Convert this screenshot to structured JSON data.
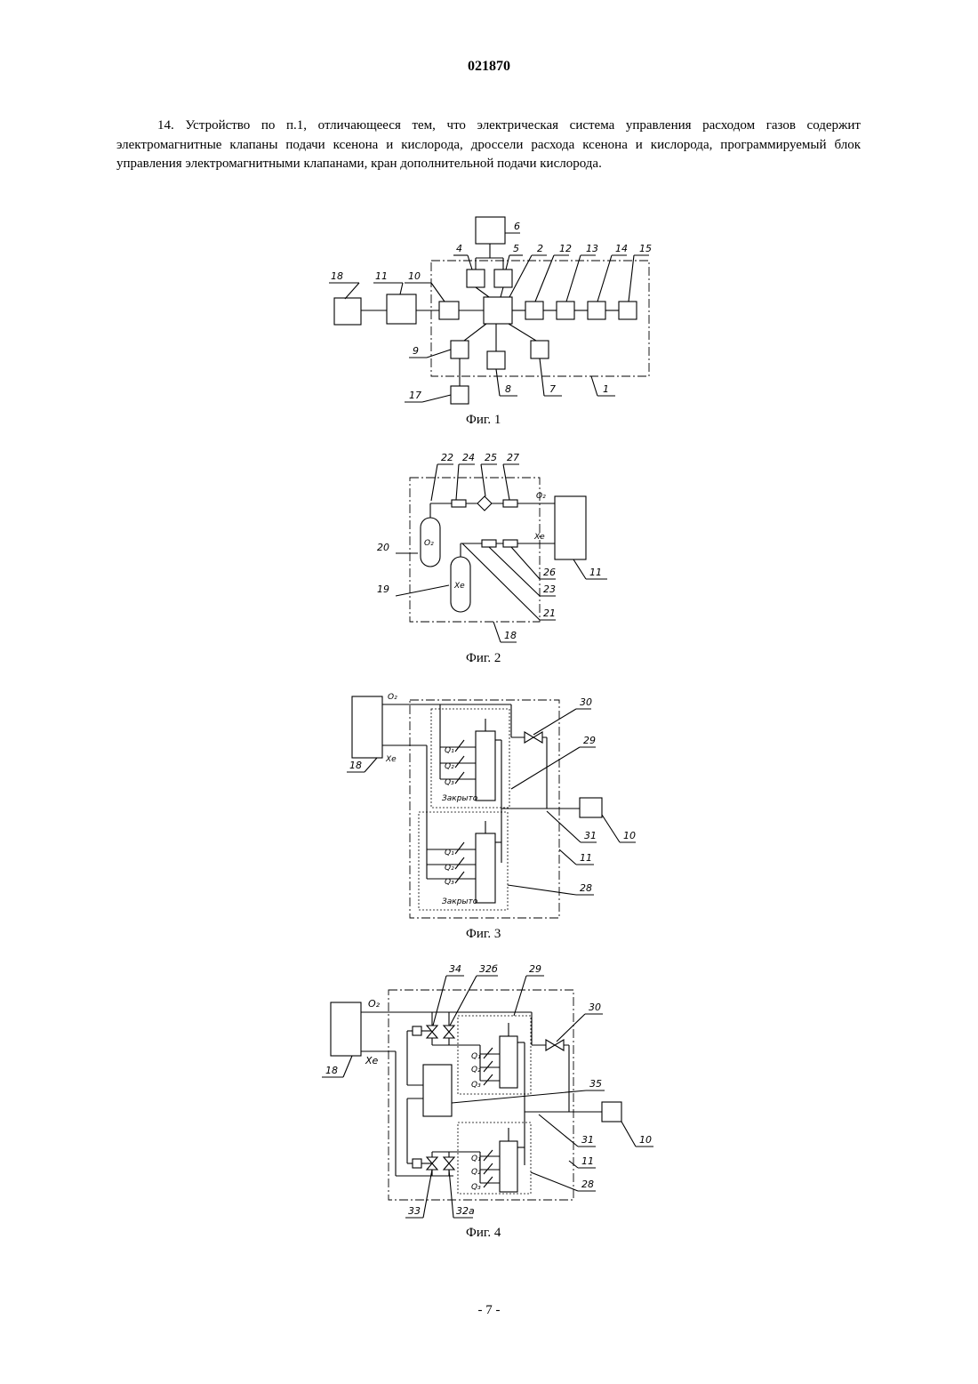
{
  "header": {
    "doc_number": "021870"
  },
  "claim_text": "14. Устройство по п.1, отличающееся тем, что электрическая система управления расходом газов содержит электромагнитные клапаны подачи ксенона и кислорода, дроссели расхода ксенона и кислорода, программируемый блок управления электромагнитными клапанами, кран дополнительной подачи кислорода.",
  "figures": {
    "fig1": {
      "caption": "Фиг. 1",
      "labels": [
        "18",
        "11",
        "10",
        "4",
        "6",
        "5",
        "2",
        "12",
        "13",
        "14",
        "15",
        "9",
        "8",
        "7",
        "17",
        "1"
      ]
    },
    "fig2": {
      "caption": "Фиг. 2",
      "labels": [
        "22",
        "24",
        "25",
        "27",
        "20",
        "19",
        "26",
        "23",
        "21",
        "18",
        "11"
      ],
      "gas_o2": "O₂",
      "gas_xe": "Xe"
    },
    "fig3": {
      "caption": "Фиг. 3",
      "labels": [
        "30",
        "29",
        "18",
        "31",
        "10",
        "11",
        "28"
      ],
      "gas_o2": "O₂",
      "gas_xe": "Xe",
      "state_text": "Закрыто",
      "throttles": [
        "Q₁",
        "Q₂",
        "Q₃"
      ]
    },
    "fig4": {
      "caption": "Фиг. 4",
      "labels": [
        "34",
        "32б",
        "29",
        "30",
        "18",
        "35",
        "31",
        "10",
        "11",
        "28",
        "33",
        "32а"
      ],
      "gas_o2": "O₂",
      "gas_xe": "Xe",
      "throttles": [
        "Q₁",
        "Q₂",
        "Q₃"
      ]
    }
  },
  "footer": {
    "page_number": "- 7 -"
  }
}
